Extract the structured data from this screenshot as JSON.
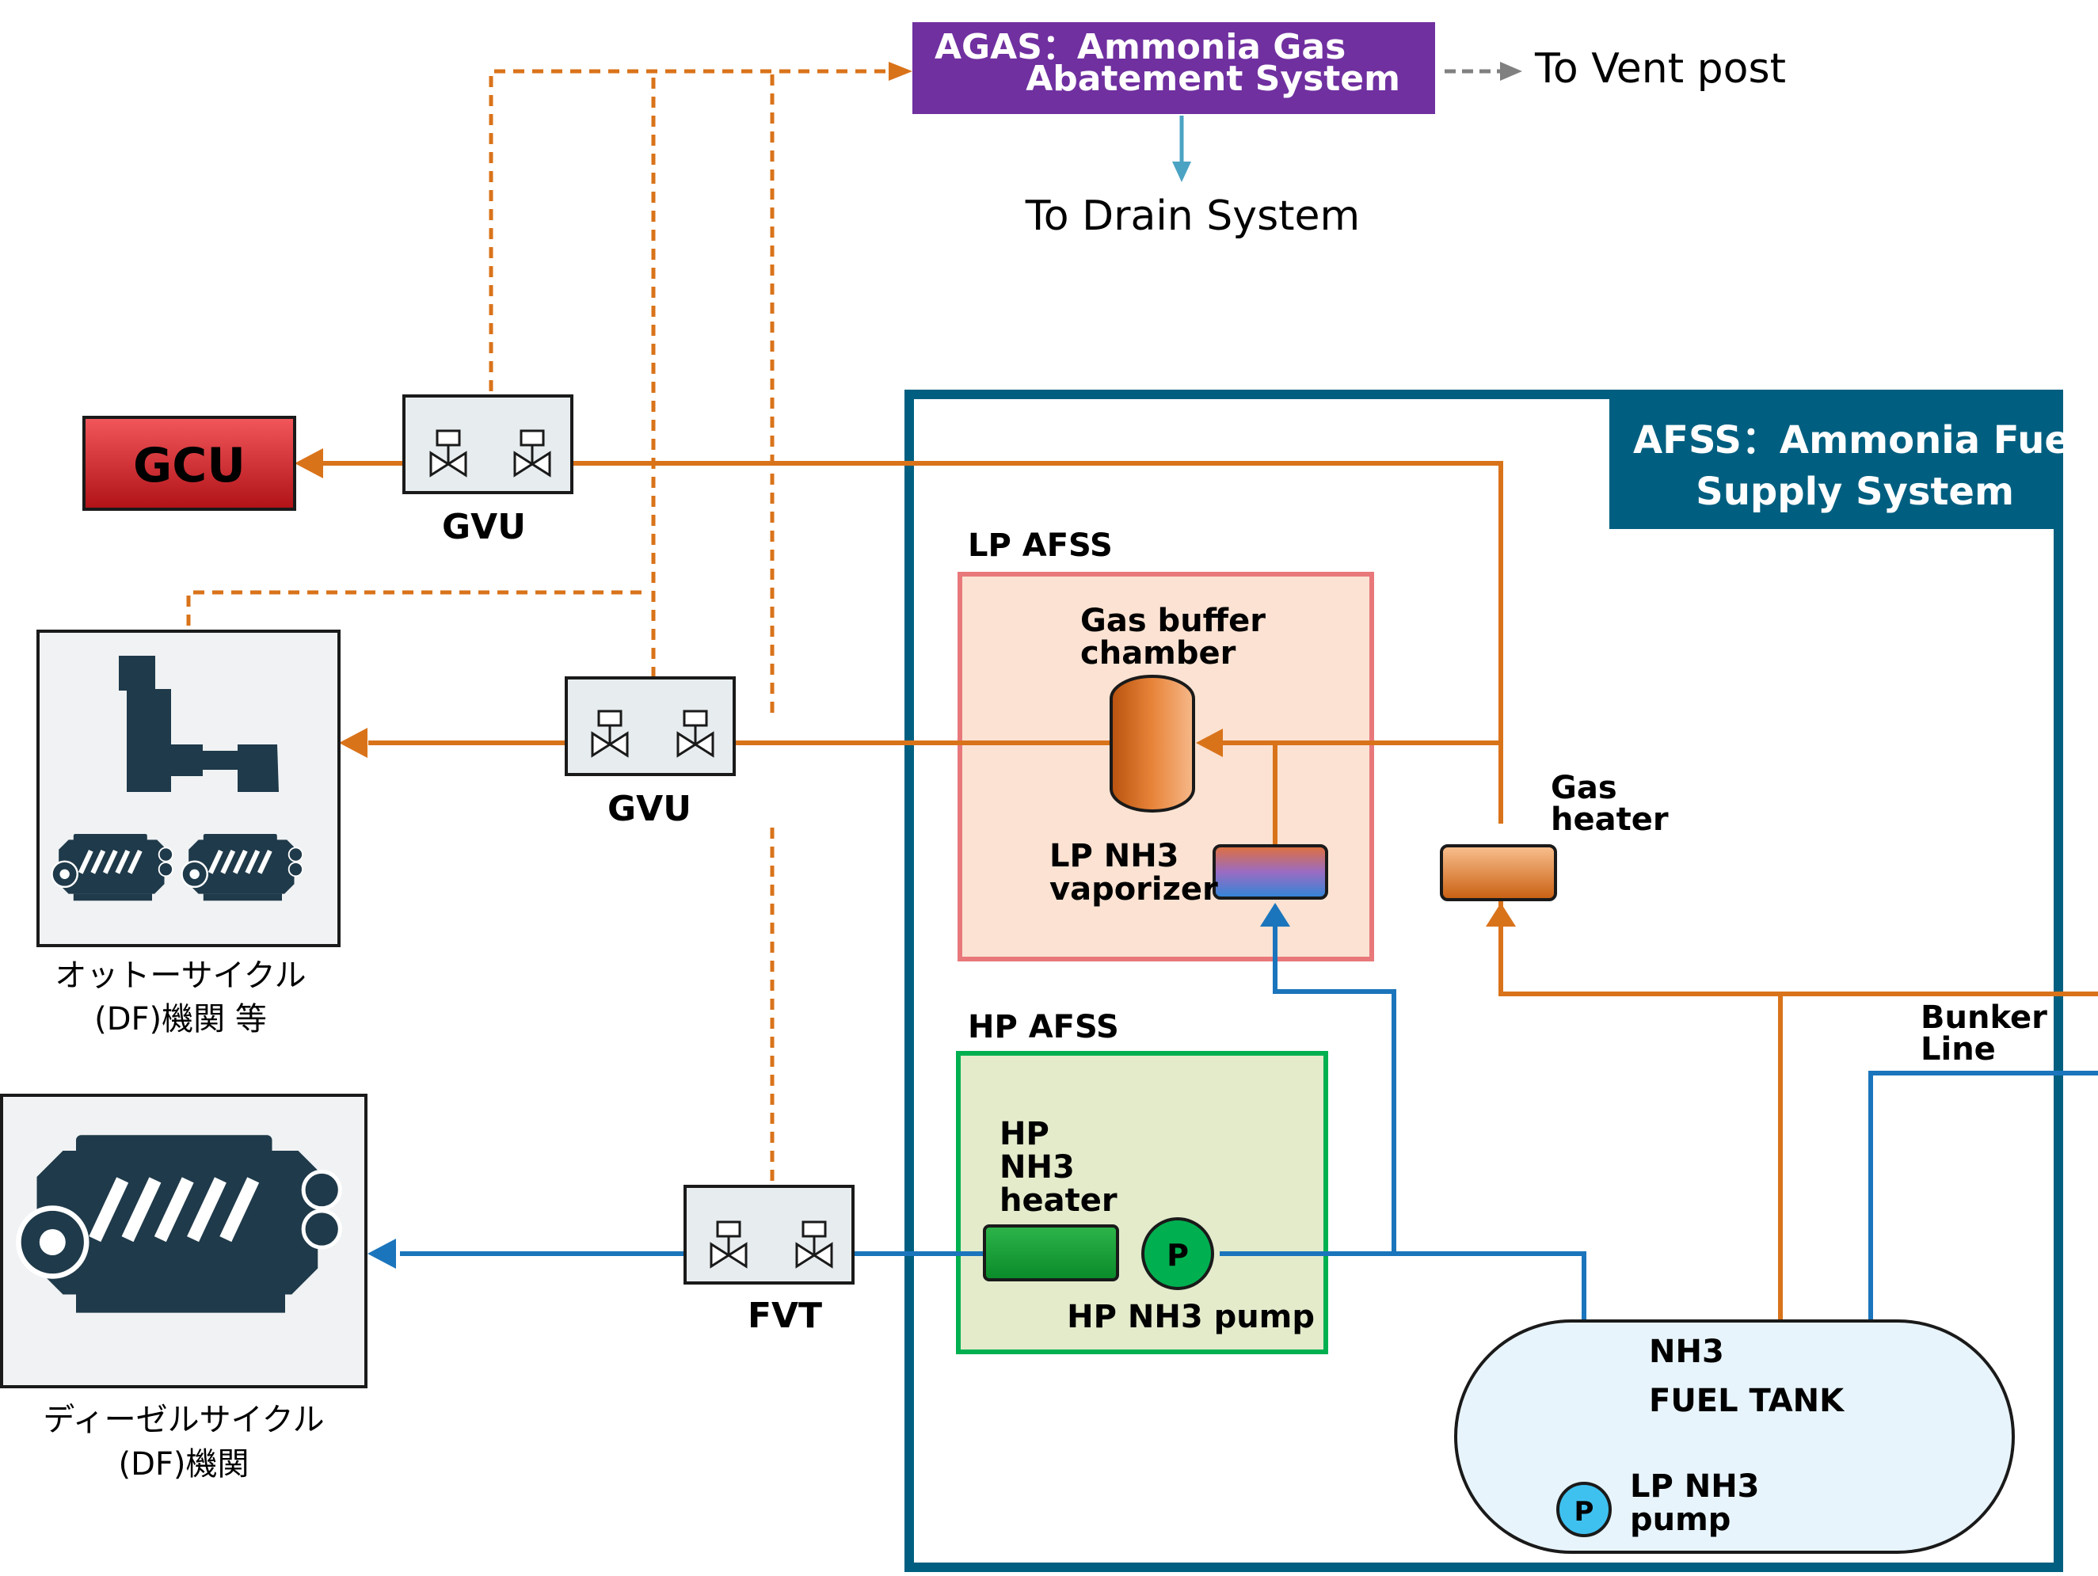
{
  "agas": {
    "line1": "AGAS：Ammonia Gas",
    "line2": "Abatement System",
    "color": "#7030A0"
  },
  "to_vent_post": "To Vent post",
  "to_drain_system": "To Drain System",
  "gcu": {
    "label": "GCU"
  },
  "gvu_top_label": "GVU",
  "gvu_mid_label": "GVU",
  "fvt_label": "FVT",
  "afss": {
    "line1": "AFSS：Ammonia Fuel",
    "line2": "Supply System",
    "color": "#005F80"
  },
  "lp_afss": {
    "title": "LP AFSS",
    "buffer_line1": "Gas buffer",
    "buffer_line2": "chamber",
    "vaporizer_line1": "LP NH3",
    "vaporizer_line2": "vaporizer"
  },
  "hp_afss": {
    "title": "HP AFSS",
    "heater_line1": "HP",
    "heater_line2": "NH3",
    "heater_line3": "heater",
    "pump_letter": "P",
    "pump_label": "HP NH3 pump"
  },
  "gas_heater": {
    "line1": "Gas",
    "line2": "heater"
  },
  "bunker": {
    "line1": "Bunker",
    "line2": "Line"
  },
  "tank": {
    "line1": "NH3",
    "line2": "FUEL TANK",
    "pump_letter": "P",
    "pump_line1": "LP NH3",
    "pump_line2": "pump"
  },
  "otto_engine": {
    "line1": "オットーサイクル",
    "line2": "(DF)機関 等"
  },
  "diesel_engine": {
    "line1": "ディーゼルサイクル",
    "line2": "(DF)機関"
  },
  "colors": {
    "orange": "#D9731A",
    "blue": "#1B75BC",
    "gray": "#808080",
    "red": "#D7262C",
    "green": "#00B050",
    "pink": "#E8787A"
  }
}
